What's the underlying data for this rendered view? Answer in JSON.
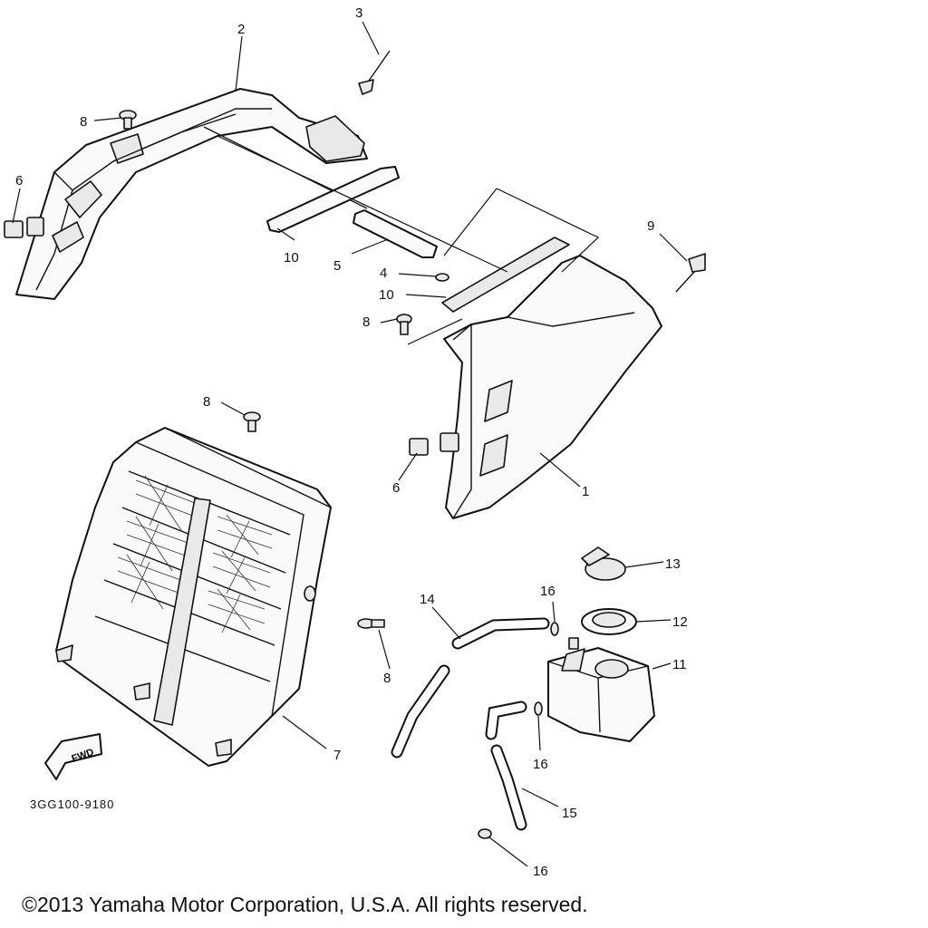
{
  "diagram": {
    "callouts": {
      "c1": "1",
      "c2": "2",
      "c3": "3",
      "c4": "4",
      "c5": "5",
      "c6a": "6",
      "c6b": "6",
      "c7": "7",
      "c8a": "8",
      "c8b": "8",
      "c8c": "8",
      "c8d": "8",
      "c9": "9",
      "c10a": "10",
      "c10b": "10",
      "c11": "11",
      "c12": "12",
      "c13": "13",
      "c14": "14",
      "c15": "15",
      "c16a": "16",
      "c16b": "16",
      "c16c": "16"
    },
    "fwd_label": "FWD",
    "diagram_code": "3GG100-9180"
  },
  "footer": {
    "copyright": "©2013 Yamaha Motor Corporation, U.S.A. All rights reserved."
  }
}
